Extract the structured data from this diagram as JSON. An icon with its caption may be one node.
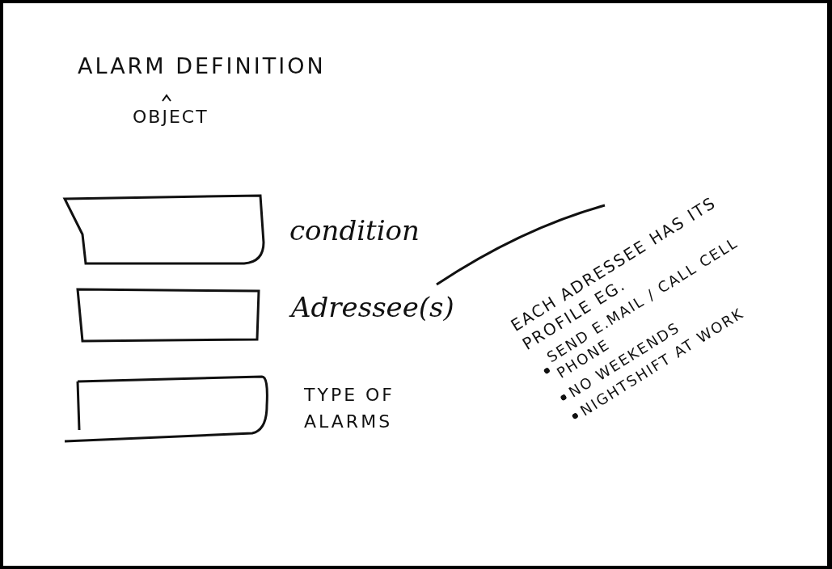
{
  "diagram": {
    "title": "ALARM DEFINITION",
    "nodes": [
      {
        "text": [],
        "shape": "box",
        "beside": [
          "condition"
        ]
      },
      {
        "text": [],
        "shape": "box"
      },
      {
        "text": [],
        "shape": "box",
        "beside": [
          "TYPE OF ALARMS"
        ]
      },
      {
        "text": [
          "Adressee(s)"
        ]
      },
      {
        "text": [
          "EACH ADRESSEE HAS ITS PROFILE EG.",
          "SEND E.MAIL / CALL CELL PHONE",
          "NO WEEKENDS",
          "NIGHTSHIFT AT WORK"
        ]
      }
    ],
    "edges": [
      {
        "from": 4,
        "to": 3,
        "arrow": "none"
      }
    ],
    "labels": [
      "OBJECT"
    ]
  }
}
